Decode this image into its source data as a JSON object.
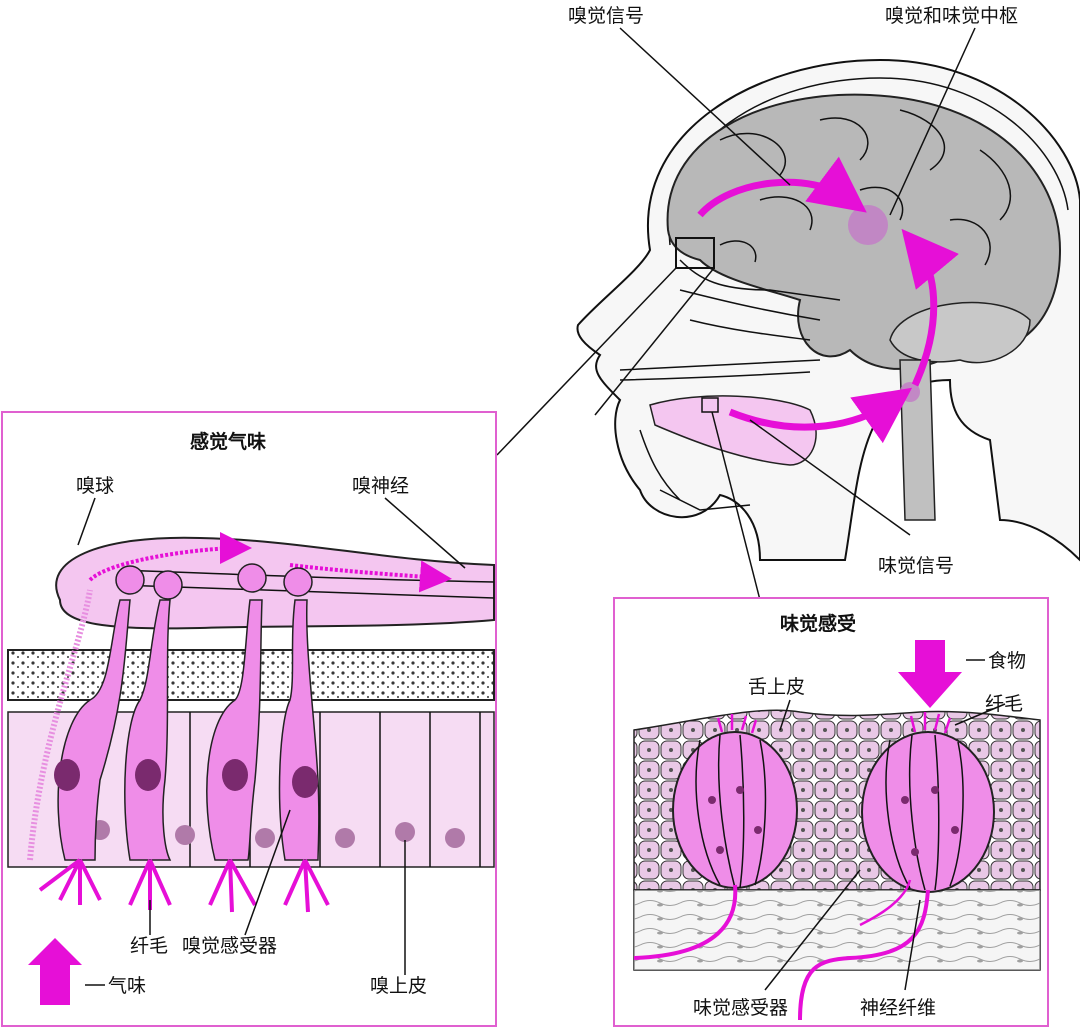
{
  "labels": {
    "olfactory_signal": "嗅觉信号",
    "smell_taste_center": "嗅觉和味觉中枢",
    "taste_signal": "味觉信号"
  },
  "smell_panel": {
    "title": "感觉气味",
    "olfactory_bulb": "嗅球",
    "olfactory_nerve": "嗅神经",
    "cilia": "纤毛",
    "olfactory_receptor": "嗅觉感受器",
    "odor": "气味",
    "olfactory_epithelium": "嗅上皮"
  },
  "taste_panel": {
    "title": "味觉感受",
    "tongue_epithelium": "舌上皮",
    "food": "食物",
    "cilia": "纤毛",
    "taste_receptor": "味觉感受器",
    "nerve_fiber": "神经纤维"
  },
  "colors": {
    "magenta": "#e60fd7",
    "light_pink": "#f4c6f0",
    "mid_pink": "#ee9fe8",
    "brain_gray": "#b8b8b8",
    "panel_border": "#e060d0"
  }
}
